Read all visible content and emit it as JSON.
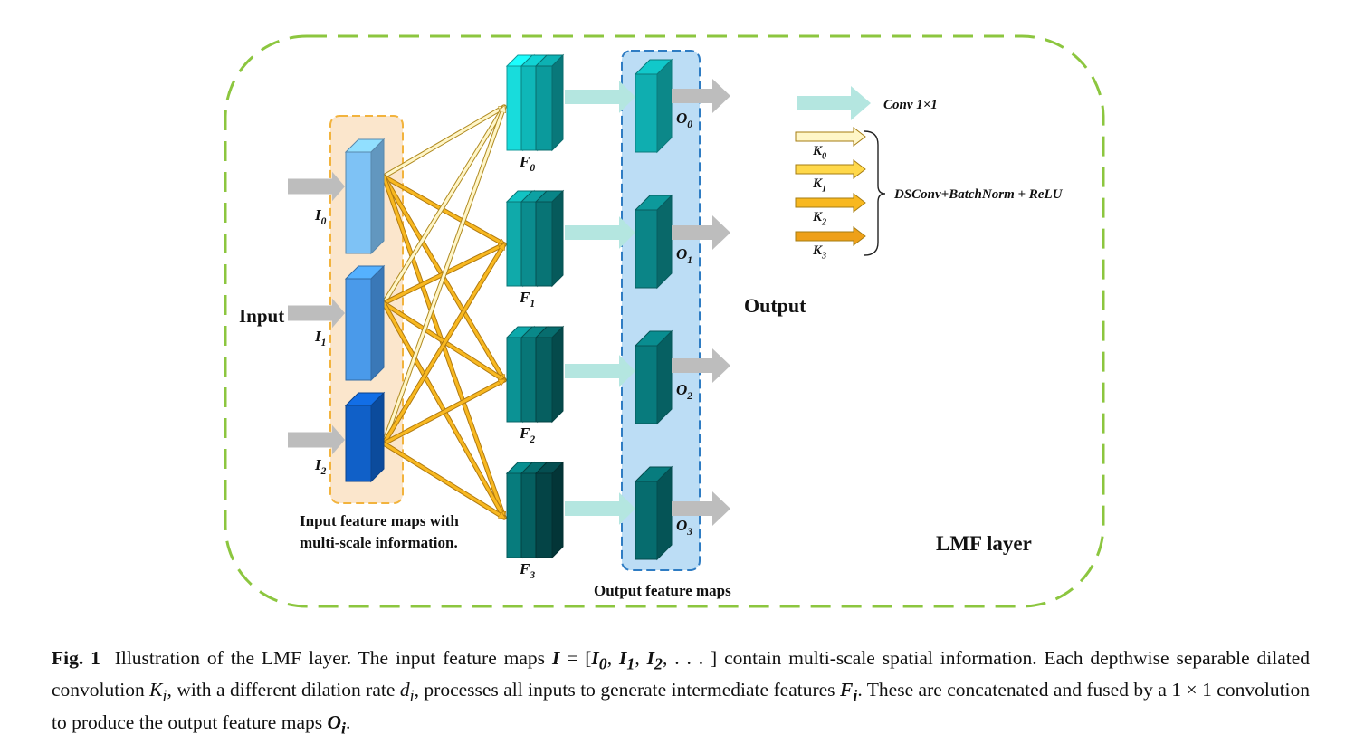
{
  "diagram": {
    "frame_label": "LMF layer",
    "input_label": "Input",
    "output_label": "Output",
    "input_group_caption": [
      "Input feature maps with",
      "multi-scale information."
    ],
    "output_group_caption": "Output feature maps",
    "inputs": [
      {
        "id": "I",
        "sub": "0",
        "color": "#7EC2F5"
      },
      {
        "id": "I",
        "sub": "1",
        "color": "#4A9AEA"
      },
      {
        "id": "I",
        "sub": "2",
        "color": "#1060C8"
      }
    ],
    "features": [
      {
        "id": "F",
        "sub": "0",
        "colors": [
          "#18DCDC",
          "#0FB7B8",
          "#0B9A9C"
        ]
      },
      {
        "id": "F",
        "sub": "1",
        "colors": [
          "#10AAAA",
          "#0B8C8E",
          "#087475"
        ]
      },
      {
        "id": "F",
        "sub": "2",
        "colors": [
          "#0B9294",
          "#087677",
          "#065F60"
        ]
      },
      {
        "id": "F",
        "sub": "3",
        "colors": [
          "#077C7D",
          "#055F60",
          "#044446"
        ]
      }
    ],
    "outputs": [
      {
        "id": "O",
        "sub": "0",
        "color": "#0FAEB0"
      },
      {
        "id": "O",
        "sub": "1",
        "color": "#0B8587"
      },
      {
        "id": "O",
        "sub": "2",
        "color": "#087B7D"
      },
      {
        "id": "O",
        "sub": "3",
        "color": "#066C6E"
      }
    ],
    "legend": {
      "conv_label": "Conv 1×1",
      "kernels": [
        {
          "id": "K",
          "sub": "0",
          "color": "#FFF6C8"
        },
        {
          "id": "K",
          "sub": "1",
          "color": "#FFD84A"
        },
        {
          "id": "K",
          "sub": "2",
          "color": "#F8B820"
        },
        {
          "id": "K",
          "sub": "3",
          "color": "#EEA018"
        }
      ],
      "brace_label": "DSConv+BatchNorm + ReLU"
    },
    "colors": {
      "frame": "#8CC63F",
      "input_group_fill": "#FBE6CC",
      "input_group_border": "#F2B33D",
      "output_group_fill": "#BCDDF5",
      "output_group_border": "#2E7CC3",
      "gray_arrow": "#BDBDBD",
      "conv_arrow": "#B4E6E0"
    }
  },
  "caption": {
    "fig_label": "Fig. 1",
    "t1": "Illustration of the LMF layer. The input feature maps",
    "eq_lhs": "I",
    "eq_mid": " = [",
    "eq_i0": "I",
    "eq_i1": "I",
    "eq_i2": "I",
    "eq_rest": ", . . . ]",
    "t2": "contain multi-scale spatial information. Each depthwise separable dilated convolution",
    "k": "K",
    "t3": ", with a different dilation rate",
    "d": "d",
    "t4": ", processes all inputs to generate intermediate features",
    "f": "F",
    "t5": ". These are concatenated and fused by a 1 × 1 convolution to produce the output feature maps",
    "o": "O",
    "t6": ".",
    "sub_0": "0",
    "sub_1": "1",
    "sub_2": "2",
    "sub_i": "i"
  }
}
